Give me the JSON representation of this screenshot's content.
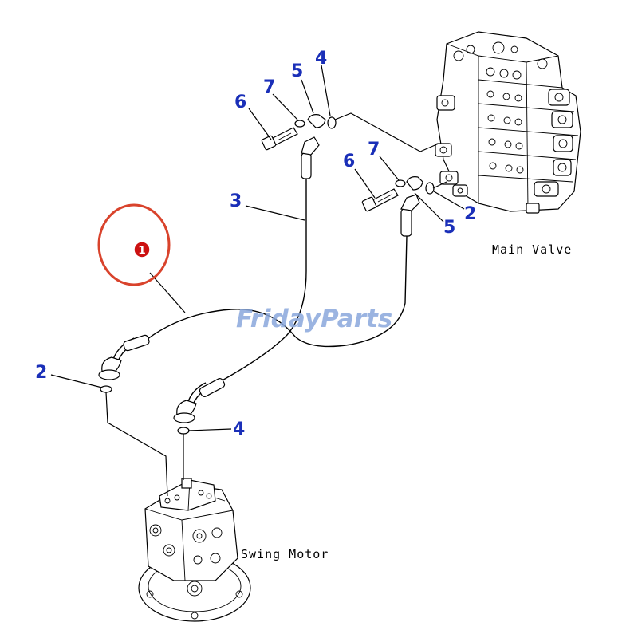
{
  "callouts": {
    "c6a": "6",
    "c7a": "7",
    "c5a": "5",
    "c4a": "4",
    "c3": "3",
    "c6b": "6",
    "c7b": "7",
    "c2a": "2",
    "c5b": "5",
    "c2b": "2",
    "c4b": "4",
    "c1": "1"
  },
  "captions": {
    "main_valve": "Main Valve",
    "swing_motor": "Swing Motor"
  },
  "watermark": {
    "text": "FridayParts"
  },
  "colors": {
    "callout_text": "#1a2fb8",
    "highlight_circle": "#d9432c",
    "badge": "#cc1111",
    "watermark": "#8aa8dc"
  }
}
